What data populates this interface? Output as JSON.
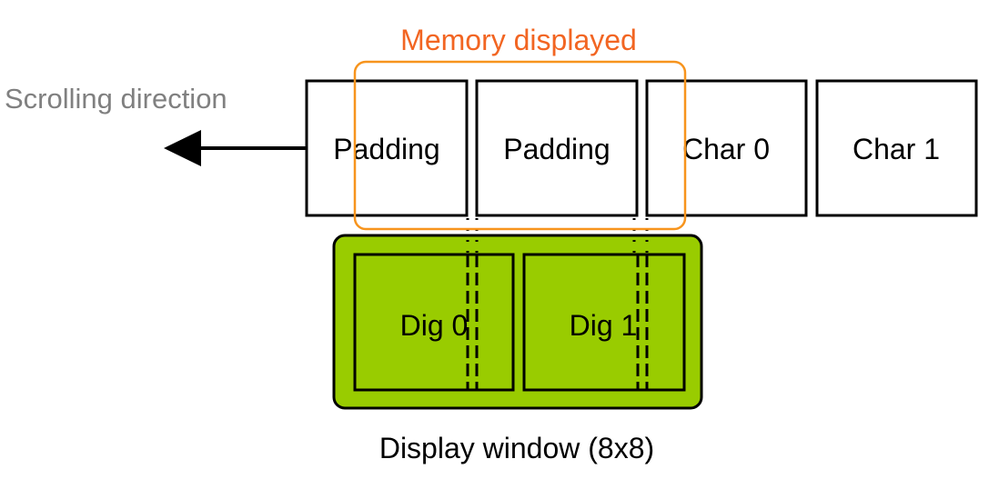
{
  "title": "Memory displayed",
  "scroll_label": "Scrolling direction",
  "memory_cells": [
    {
      "label": "Padding"
    },
    {
      "label": "Padding"
    },
    {
      "label": "Char 0"
    },
    {
      "label": "Char 1"
    }
  ],
  "display_digits": [
    {
      "label": "Dig 0"
    },
    {
      "label": "Dig 1"
    }
  ],
  "display_caption": "Display window (8x8)",
  "colors": {
    "title": "#f26522",
    "memory_window": "#f7941d",
    "display_fill": "#99cc00",
    "scroll_label": "#808080",
    "stroke": "#000000"
  }
}
